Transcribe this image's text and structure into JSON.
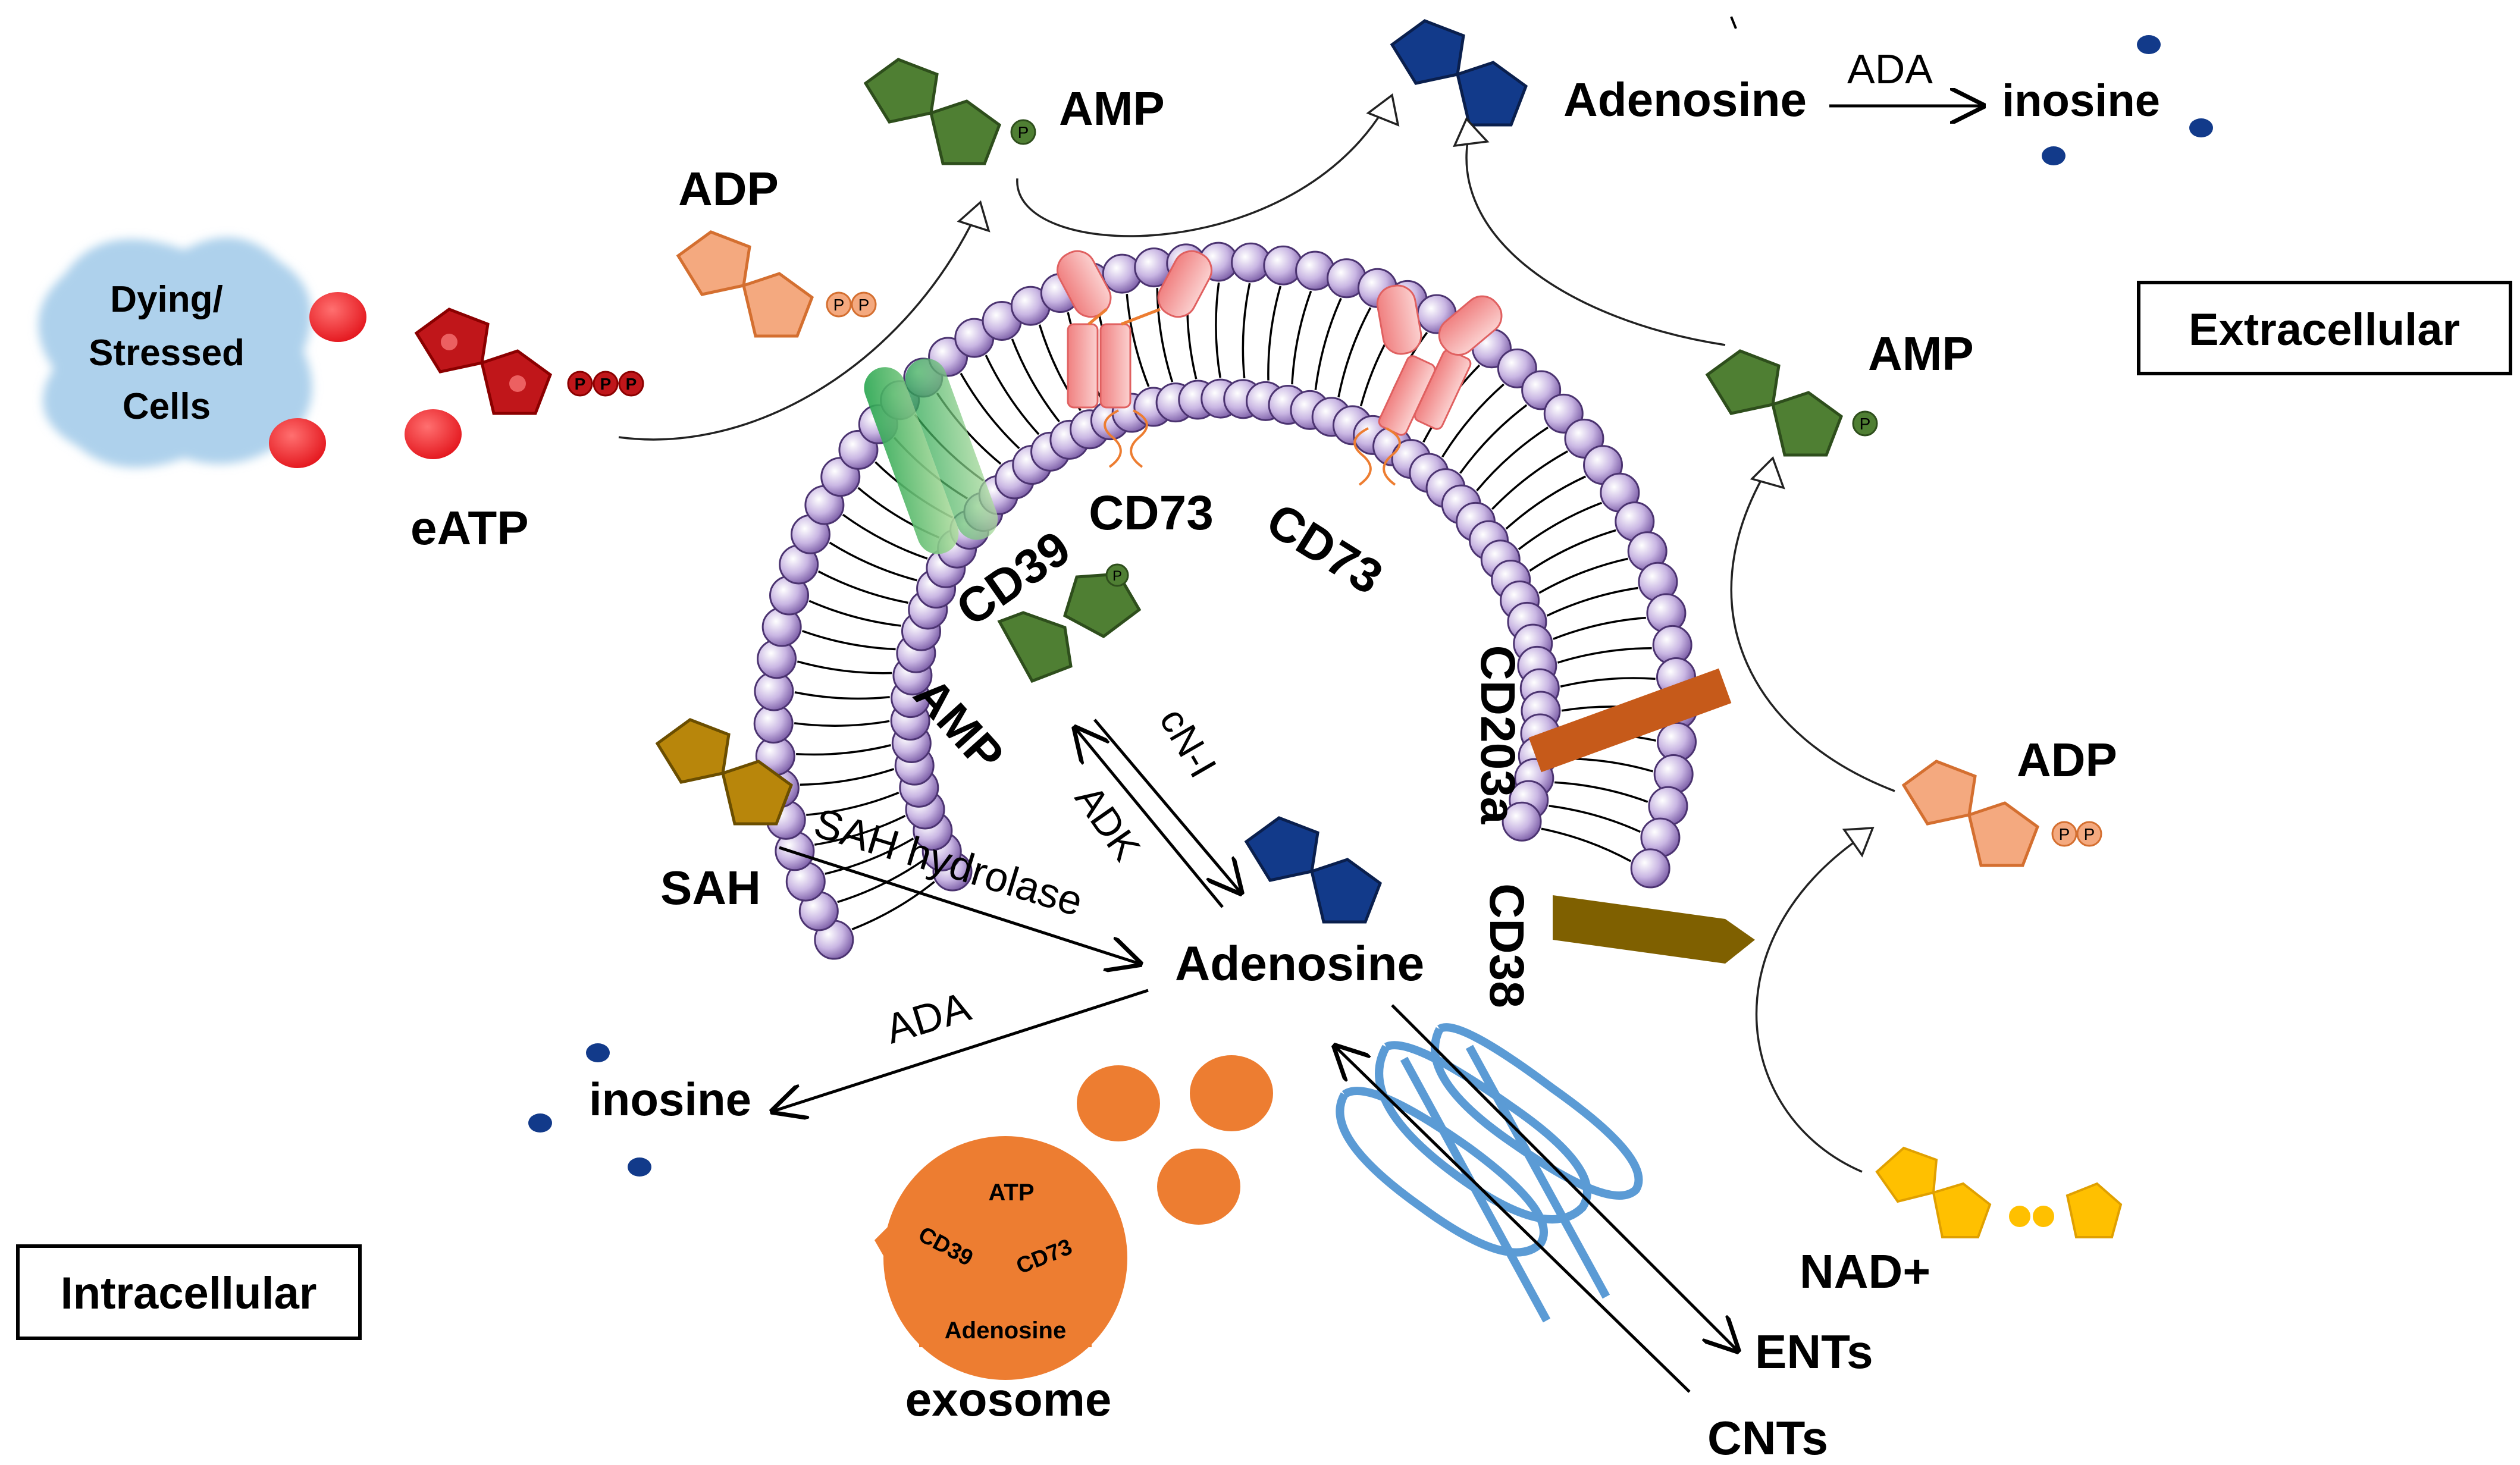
{
  "labels": {
    "dying_cells": [
      "Dying/",
      "Stressed",
      "Cells"
    ],
    "eatp": "eATP",
    "adp_top": "ADP",
    "amp_top": "AMP",
    "adenosine_top": "Adenosine",
    "ada_top": "ADA",
    "inosine_top": "inosine",
    "extracellular": "Extracellular",
    "amp_right": "AMP",
    "adp_right": "ADP",
    "nad": "NAD+",
    "cd39": "CD39",
    "cd73_left": "CD73",
    "cd73_right": "CD73",
    "cd203a": "CD203a",
    "cd38": "CD38",
    "amp_inner": "AMP",
    "cn1": "cN-I",
    "adk": "ADK",
    "sah": "SAH",
    "sah_hydrolase": "SAH  hydrolase",
    "adenosine_inner": "Adenosine",
    "ada_inner": "ADA",
    "inosine_inner": "inosine",
    "ents": "ENTs",
    "cnts": "CNTs",
    "intracellular": "Intracellular",
    "exosome": "exosome",
    "exo_atp": "ATP",
    "exo_cd39": "CD39",
    "exo_cd73": "CD73",
    "exo_adenosine": "Adenosine",
    "p": "P"
  },
  "colors": {
    "atp": "#c0161a",
    "adp": "#f4a97f",
    "amp": "#4f7f33",
    "adenosine": "#123a8a",
    "sah": "#b8860b",
    "nad": "#ffc000",
    "lipid": "#a58bc9",
    "cd39": "#3cb05a",
    "cd73": "#f4a0a0",
    "cd203a": "#c65a1a",
    "cd38": "#7f6000",
    "transporter": "#5b9bd5",
    "exosome": "#ed7d31",
    "dying_cells": "#aed1ec"
  },
  "icons": {
    "atp": "nucleotide-triphosphate-icon",
    "adp": "nucleotide-diphosphate-icon",
    "amp": "nucleotide-monophosphate-icon",
    "adenosine": "nucleoside-icon",
    "membrane": "lipid-bilayer-icon"
  }
}
